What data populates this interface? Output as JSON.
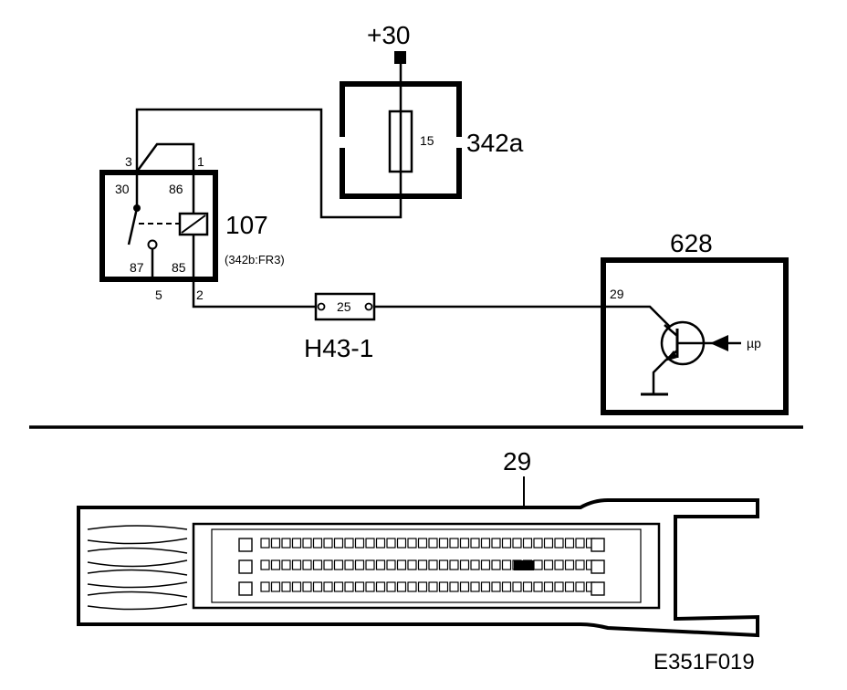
{
  "supply": {
    "label": "+30"
  },
  "fuse_box": {
    "label": "342a",
    "fuse_number": "15"
  },
  "relay": {
    "label": "107",
    "sub_label": "(342b:FR3)",
    "pin_3": "3",
    "pin_1": "1",
    "pin_30": "30",
    "pin_86": "86",
    "pin_87": "87",
    "pin_85": "85",
    "pin_5": "5",
    "pin_2": "2"
  },
  "connector": {
    "label": "H43-1",
    "pin": "25"
  },
  "ecu": {
    "label": "628",
    "pin": "29",
    "mu_label": "µp"
  },
  "connector_view": {
    "pin_callout": "29"
  },
  "figure_id": "E351F019"
}
